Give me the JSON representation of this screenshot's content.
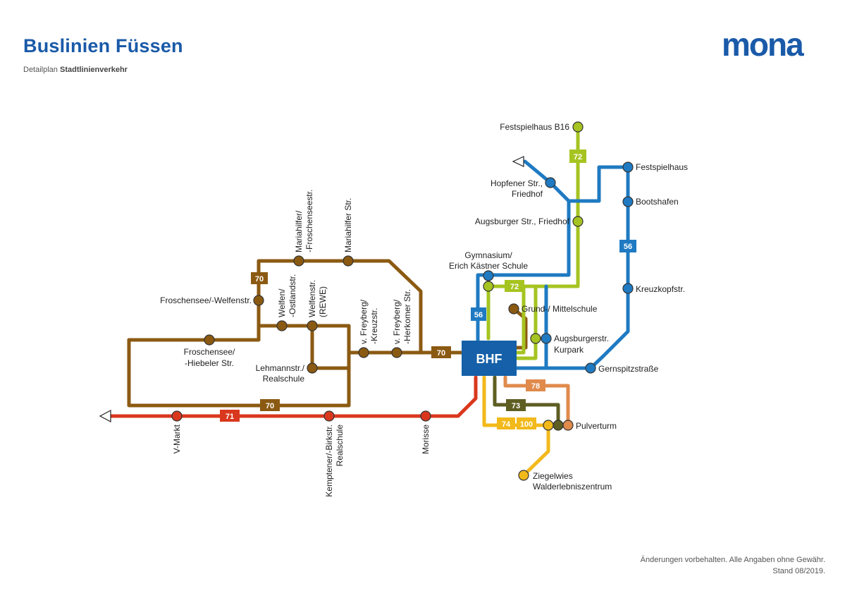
{
  "header": {
    "title": "Buslinien Füssen",
    "subtitle_prefix": "Detailplan ",
    "subtitle_bold": "Stadtlinienverkehr",
    "logo": "mona"
  },
  "footer": {
    "line1": "Änderungen vorbehalten. Alle Angaben ohne Gewähr.",
    "line2": "Stand 08/2019."
  },
  "colors": {
    "line_70": "#8b5a12",
    "line_71": "#d9381e",
    "line_72": "#a6c421",
    "line_56": "#1f7ac2",
    "line_73": "#5e5e23",
    "line_74": "#f2b91b",
    "line_78": "#e08a4c",
    "hub": "#1560a8"
  },
  "hub_label": "BHF",
  "line_badges": {
    "l70_top": "70",
    "l70_main": "70",
    "l70_bottom": "70",
    "l71": "71",
    "l72_top": "72",
    "l72_mid": "72",
    "l56_left": "56",
    "l56_right": "56",
    "l78": "78",
    "l73": "73",
    "l74": "74",
    "l100": "100"
  },
  "stops": {
    "festspielhaus_b16": "Festspielhaus B16",
    "festspielhaus": "Festspielhaus",
    "hopfener_1": "Hopfener Str.,",
    "hopfener_2": "Friedhof",
    "bootshafen": "Bootshafen",
    "augsburger_friedhof": "Augsburger Str., Friedhof",
    "gymnasium_1": "Gymnasium/",
    "gymnasium_2": "Erich Kästner Schule",
    "kreuzkopf": "Kreuzkopfstr.",
    "grund_mittel": "Grund-/ Mittelschule",
    "augsburgerstr_1": "Augsburgerstr.",
    "augsburgerstr_2": "Kurpark",
    "gernspitz": "Gernspitzstraße",
    "pulverturm": "Pulverturm",
    "ziegelwies_1": "Ziegelwies",
    "ziegelwies_2": "Walderlebniszentrum",
    "froschensee_welfen": "Froschensee/-Welfenstr.",
    "mariahilfer_froschen_1": "Mariahilfer/",
    "mariahilfer_froschen_2": "-Froschenseestr.",
    "mariahilfer": "Mariahilfer Str.",
    "welfen_ostland_1": "Welfen/",
    "welfen_ostland_2": "-Ostlandstr.",
    "welfen_rewe_1": "Welfenstr.",
    "welfen_rewe_2": "(REWE)",
    "freyberg_kreuz_1": "v. Freyberg/",
    "freyberg_kreuz_2": "-Kreuzstr.",
    "freyberg_herkomer_1": "v. Freyberg/",
    "freyberg_herkomer_2": "-Herkomer Str.",
    "froschensee_hiebeler_1": "Froschensee/",
    "froschensee_hiebeler_2": "-Hiebeler Str.",
    "lehmann_1": "Lehmannstr./",
    "lehmann_2": "Realschule",
    "vmarkt": "V-Markt",
    "kemptener_1": "Kemptener/-Birkstr.",
    "kemptener_2": "Realschule",
    "morisse": "Morisse"
  }
}
